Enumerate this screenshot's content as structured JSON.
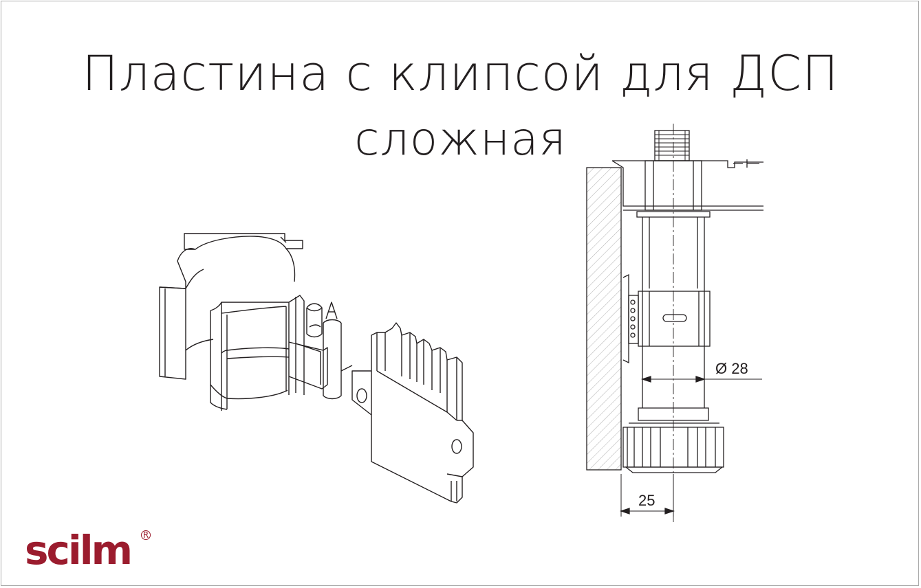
{
  "title": {
    "line1": "Пластина с клипсой для ДСП",
    "line2": "сложная"
  },
  "dimensions": {
    "diameter": "Ø 28",
    "offset": "25"
  },
  "logo": {
    "text": "scilm",
    "registered": "R"
  },
  "colors": {
    "brand": "#9b1c2e",
    "line": "#231f20"
  }
}
